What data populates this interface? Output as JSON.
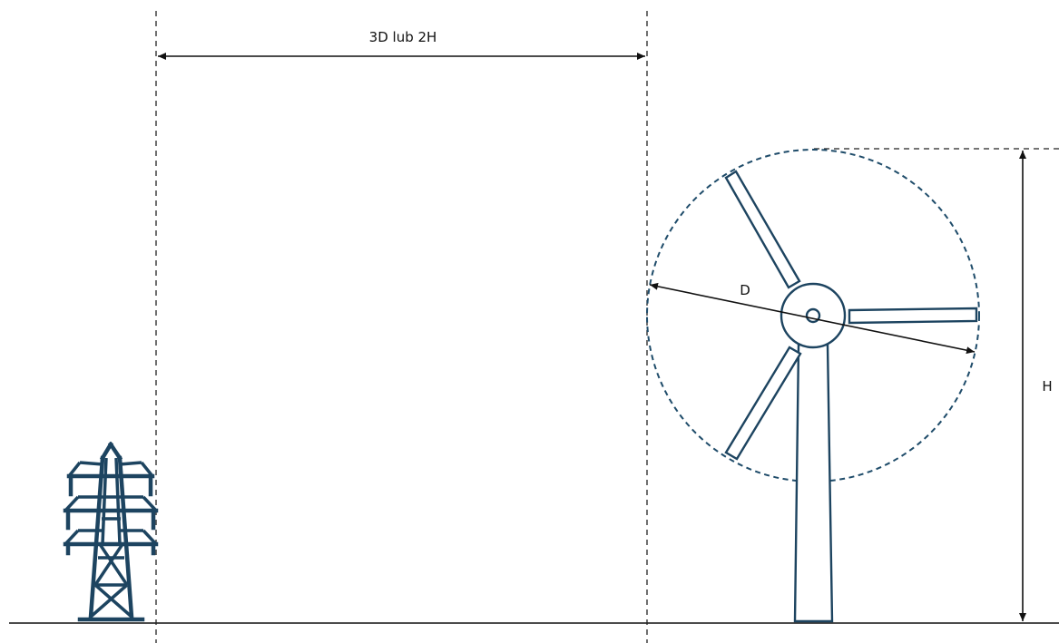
{
  "labels": {
    "distance": "3D lub 2H",
    "diameter": "D",
    "height": "H"
  },
  "colors": {
    "structure": "#1d4460",
    "rotor_outline": "#1f4c6a",
    "lines": "#111111",
    "background": "#ffffff"
  },
  "icons": {
    "pylon": "power-line-pylon-icon",
    "turbine": "wind-turbine-icon"
  }
}
